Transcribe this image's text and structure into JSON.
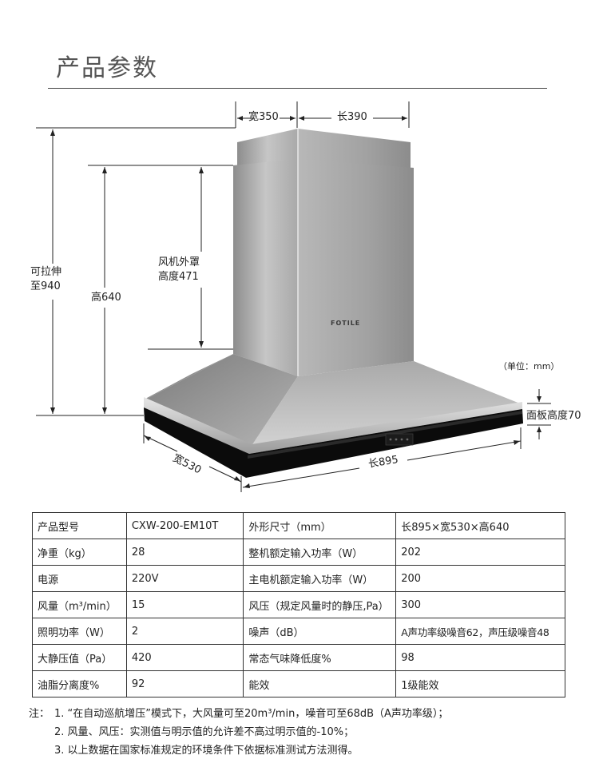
{
  "title": "产品参数",
  "diagram": {
    "brand": "FOTILE",
    "unit_note": "（单位：mm）",
    "dims": {
      "chimney_width": "宽350",
      "chimney_length": "长390",
      "extendable": [
        "可拉伸",
        "至940"
      ],
      "height": "高640",
      "fan_cover": [
        "风机外罩",
        "高度471"
      ],
      "panel_height": "面板高度70",
      "width": "宽530",
      "length": "长895"
    }
  },
  "specs": {
    "rows": [
      [
        "产品型号",
        "CXW-200-EM10T",
        "外形尺寸（mm）",
        "长895×宽530×高640"
      ],
      [
        "净重（kg）",
        "28",
        "整机额定输入功率（W）",
        "202"
      ],
      [
        "电源",
        "220V",
        "主电机额定输入功率（W）",
        "200"
      ],
      [
        "风量（m³/min）",
        "15",
        "风压（规定风量时的静压,Pa）",
        "300"
      ],
      [
        "照明功率（W）",
        "2",
        "噪声（dB）",
        "A声功率级噪音62，声压级噪音48"
      ],
      [
        "大静压值（Pa）",
        "420",
        "常态气味降低度%",
        "98"
      ],
      [
        "油脂分离度%",
        "92",
        "能效",
        "1级能效"
      ]
    ]
  },
  "notes": {
    "prefix": "注：",
    "items": [
      "1. “在自动巡航增压”模式下，大风量可至20m³/min，噪音可至68dB（A声功率级）；",
      "2. 风量、风压：实测值与明示值的允许差不高过明示值的-10%；",
      "3. 以上数据在国家标准规定的环境条件下依据标准测试方法测得。"
    ]
  }
}
